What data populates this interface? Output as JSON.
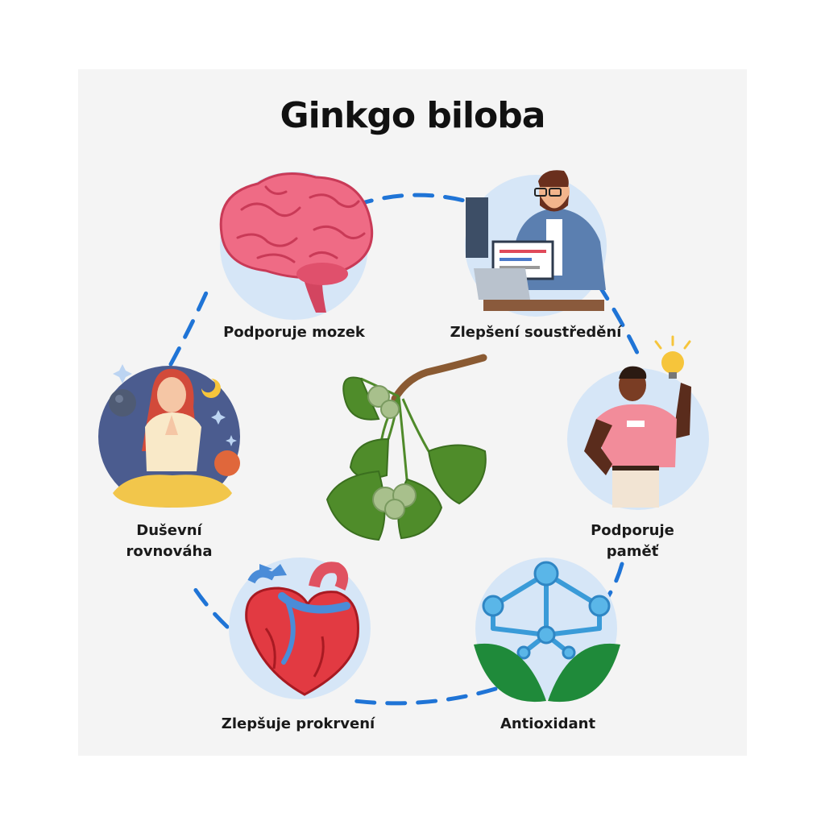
{
  "title": "Ginkgo biloba",
  "benefits": [
    {
      "id": "brain",
      "label": "Podporuje mozek",
      "icon": "brain-icon"
    },
    {
      "id": "focus",
      "label": "Zlepšení soustředění",
      "icon": "man-at-laptop-icon"
    },
    {
      "id": "memory",
      "label_lines": [
        "Podporuje",
        "paměť"
      ],
      "icon": "man-with-lightbulb-icon"
    },
    {
      "id": "antioxidant",
      "label": "Antioxidant",
      "icon": "molecule-with-leaves-icon"
    },
    {
      "id": "circulation",
      "label": "Zlepšuje prokrvení",
      "icon": "heart-icon"
    },
    {
      "id": "mental",
      "label_lines": [
        "Duševní",
        "rovnováha"
      ],
      "icon": "meditating-woman-icon"
    }
  ],
  "center_icon": "ginkgo-branch-icon",
  "colors": {
    "background": "#f4f4f4",
    "circle": "#d6e6f7",
    "dashes": "#1f74d6",
    "title": "#111111"
  }
}
